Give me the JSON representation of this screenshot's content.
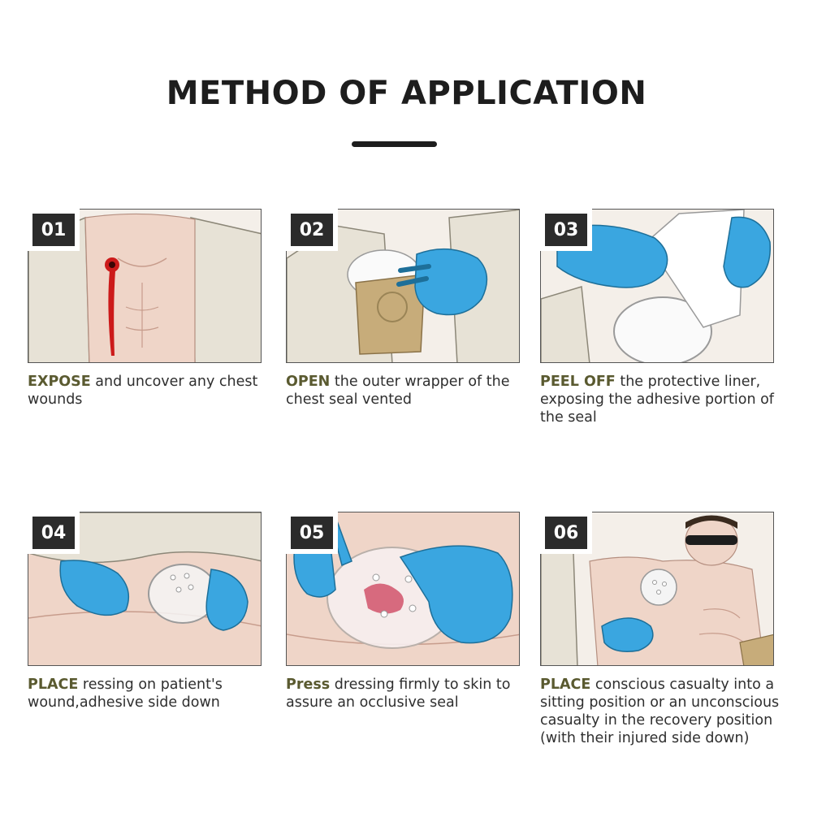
{
  "title": "METHOD OF APPLICATION",
  "colors": {
    "keyword": "#5a5a30",
    "badge_bg": "#2b2b2b",
    "glove": "#3aa6e0",
    "skin": "#efd5c8",
    "coat": "#e7e2d6",
    "blood": "#cc1a1a"
  },
  "steps": [
    {
      "number": "01",
      "keyword": "EXPOSE",
      "text": " and uncover any chest wounds",
      "icon": "exposed-chest-wound-icon"
    },
    {
      "number": "02",
      "keyword": "OPEN",
      "text": " the outer wrapper of the chest seal vented",
      "icon": "open-wrapper-icon"
    },
    {
      "number": "03",
      "keyword": "PEEL OFF",
      "text": " the protective liner, exposing the adhesive portion of the seal",
      "icon": "peel-liner-icon"
    },
    {
      "number": "04",
      "keyword": "PLACE",
      "text": " ressing on patient's wound,adhesive side down",
      "icon": "place-dressing-icon"
    },
    {
      "number": "05",
      "keyword": "Press",
      "text": " dressing firmly to skin to assure an occlusive seal",
      "icon": "press-dressing-icon"
    },
    {
      "number": "06",
      "keyword": "PLACE",
      "text": " conscious casualty into a sitting position or an unconscious casualty in the recovery position (with their injured side down)",
      "icon": "casualty-position-icon"
    }
  ]
}
